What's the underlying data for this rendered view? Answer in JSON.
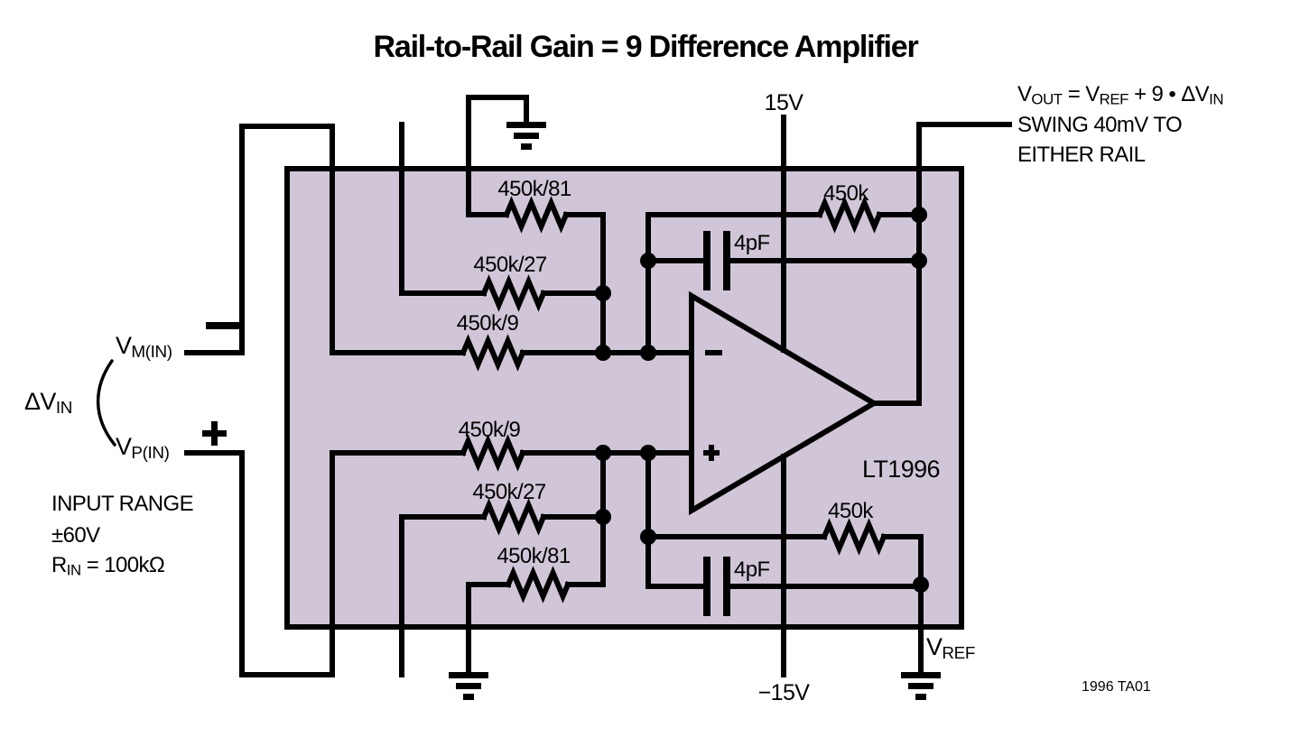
{
  "title": "Rail-to-Rail Gain = 9 Difference Amplifier",
  "annotation": "1996 TA01",
  "ic": {
    "name": "LT1996"
  },
  "supply": {
    "top": "15V",
    "bottom": "−15V"
  },
  "inputs": {
    "vm": {
      "main": "V",
      "sub": "M(IN)"
    },
    "vp": {
      "main": "V",
      "sub": "P(IN)"
    },
    "delta": {
      "main": "ΔV",
      "sub": "IN"
    },
    "minus_sign": "−",
    "plus_sign": "+",
    "note1": "INPUT RANGE",
    "note2": "±60V",
    "rin": {
      "main": "R",
      "sub": "IN",
      "rest": " = 100kΩ"
    }
  },
  "output": {
    "eq": {
      "a": "V",
      "b": "OUT",
      "c": " = V",
      "d": "REF",
      "e": " + 9 • ΔV",
      "f": "IN"
    },
    "swing1": "SWING 40mV TO",
    "swing2": "EITHER RAIL",
    "vref": {
      "main": "V",
      "sub": "REF"
    }
  },
  "opamp": {
    "minus": "−",
    "plus": "+"
  },
  "resistors": {
    "top81": "450k/81",
    "top27": "450k/27",
    "top9": "450k/9",
    "bot9": "450k/9",
    "bot27": "450k/27",
    "bot81": "450k/81",
    "fbTop": "450k",
    "fbBottom": "450k"
  },
  "capacitors": {
    "top": "4pF",
    "bottom": "4pF"
  },
  "colors": {
    "icFill": "#d1c6d8",
    "line": "#000000"
  }
}
